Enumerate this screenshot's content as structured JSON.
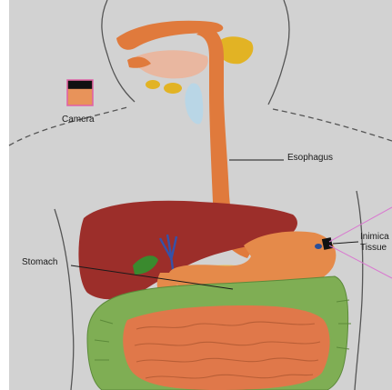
{
  "labels": {
    "camera": "Camera",
    "esophagus": "Esophagus",
    "stomach": "Stomach",
    "inimical_line1": "Inimica",
    "inimical_line2": "Tissue"
  },
  "colors": {
    "background": "#d2d2d2",
    "body_outline": "#555555",
    "esophagus": "#e07a3c",
    "liver": "#9c2e2a",
    "stomach": "#e58a4a",
    "small_intestine": "#e0784a",
    "large_intestine": "#7fae54",
    "gallbladder": "#3a8a2e",
    "bile_duct": "#3552a8",
    "salivary": "#e2b324",
    "trachea": "#b9d6e6",
    "camera_body": "#e8935a",
    "camera_top": "#111111",
    "camera_border": "#e05fa8",
    "camera_view": "#d97ad0"
  }
}
